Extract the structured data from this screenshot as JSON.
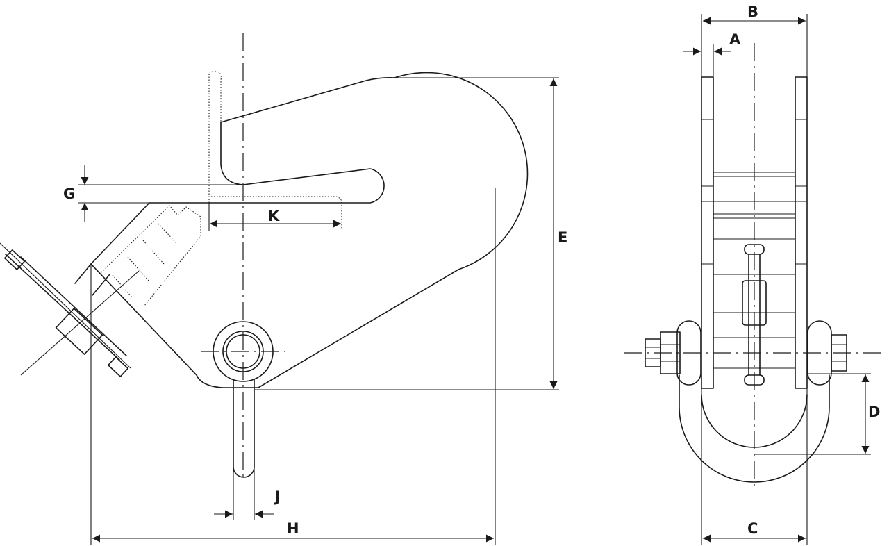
{
  "dimensions": {
    "A": "A",
    "B": "B",
    "C": "C",
    "D": "D",
    "E": "E",
    "G": "G",
    "H": "H",
    "J": "J",
    "K": "K"
  }
}
